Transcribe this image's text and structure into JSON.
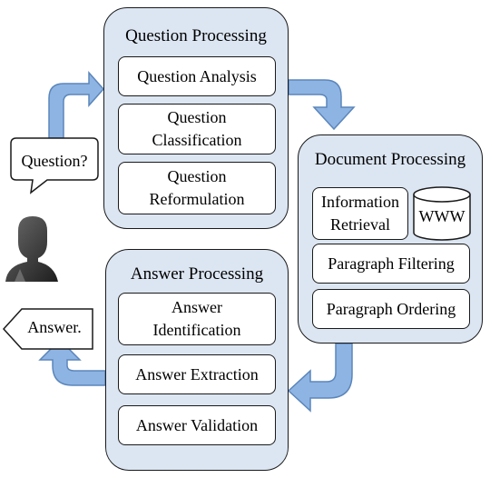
{
  "question_processing": {
    "title": "Question Processing",
    "steps": [
      "Question Analysis",
      "Question Classification",
      "Question Reformulation"
    ]
  },
  "document_processing": {
    "title": "Document Processing",
    "information_retrieval": "Information Retrieval",
    "www": "WWW",
    "steps": [
      "Paragraph Filtering",
      "Paragraph Ordering"
    ]
  },
  "answer_processing": {
    "title": "Answer Processing",
    "steps": [
      "Answer Identification",
      "Answer Extraction",
      "Answer Validation"
    ]
  },
  "user": {
    "question": "Question?",
    "answer": "Answer.",
    "icon": "user-silhouette-icon"
  },
  "colors": {
    "panel_fill": "#dce6f2",
    "arrow_fill": "#8eb4e3",
    "arrow_stroke": "#5b86bb",
    "user_icon": "#3a3a3a"
  }
}
